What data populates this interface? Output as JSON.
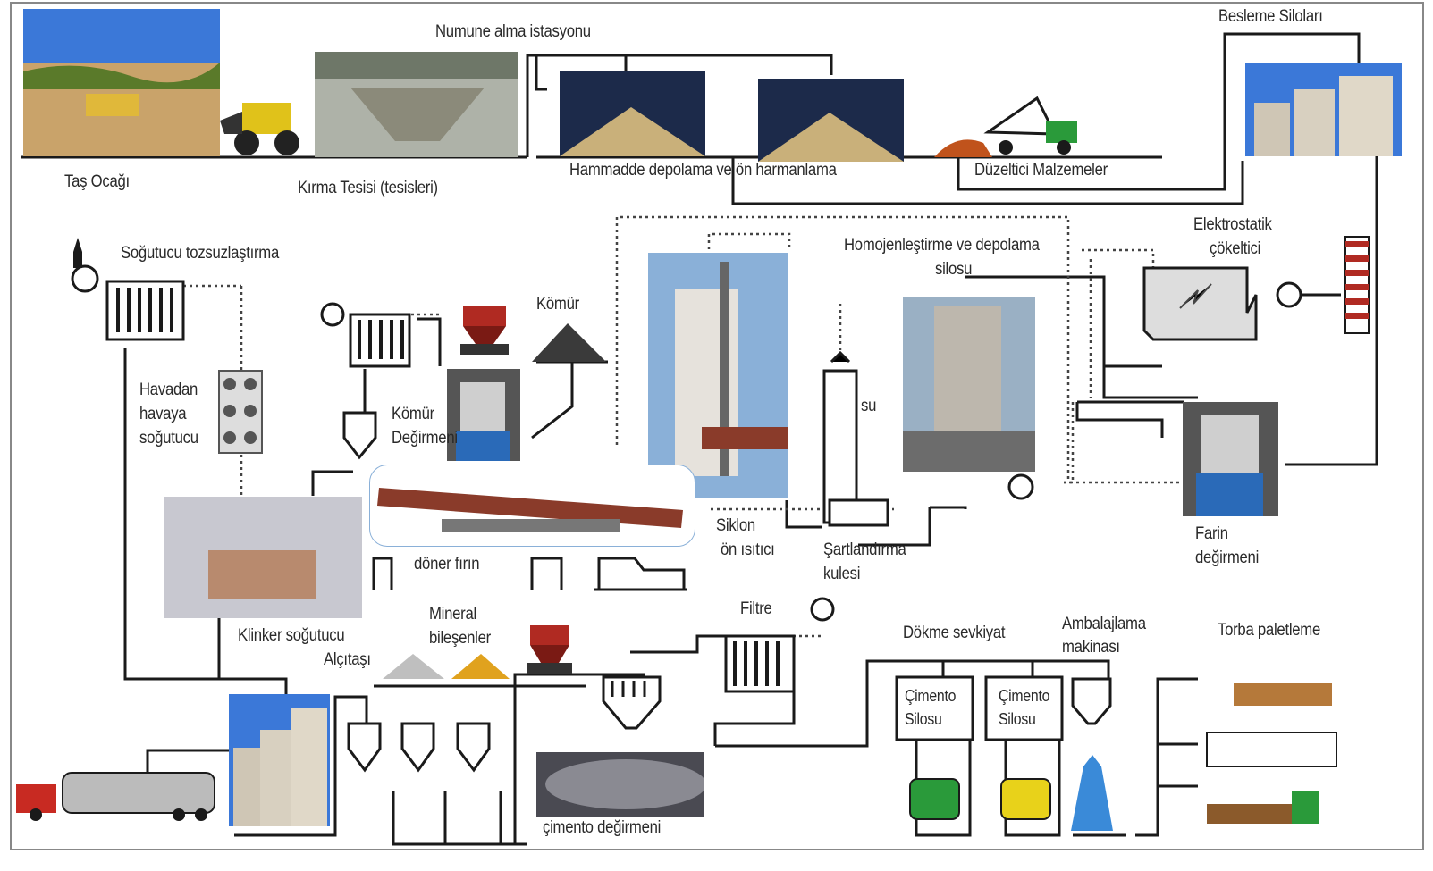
{
  "labels": {
    "quarry": "Taş Ocağı",
    "crusher": "Kırma Tesisi (tesisleri)",
    "sampling": "Numune alma istasyonu",
    "raw_storage": "Hammadde depolama ve ön harmanlama",
    "corrective": "Düzeltici Malzemeler",
    "feed_silos": "Besleme Siloları",
    "cooler_dedust": "Soğutucu tozsuzlaştırma",
    "coal": "Kömür",
    "coal_mill_1": "Kömür",
    "coal_mill_2": "Değirmeni",
    "air_cooler_1": "Havadan",
    "air_cooler_2": "havaya",
    "air_cooler_3": "soğutucu",
    "homog_1": "Homojenleştirme ve depolama",
    "homog_2": "silosu",
    "esp_1": "Elektrostatik",
    "esp_2": "çökeltici",
    "water": "su",
    "cyclone_1": "Siklon",
    "cyclone_2": "ön ısıtıcı",
    "conditioning_1": "Şartlandırma",
    "conditioning_2": "kulesi",
    "kiln": "döner fırın",
    "raw_mill_1": "Farin",
    "raw_mill_2": "değirmeni",
    "clinker_cooler": "Klinker soğutucu",
    "gypsum": "Alçıtaşı",
    "mineral_1": "Mineral",
    "mineral_2": "bileşenler",
    "filter": "Filtre",
    "bulk": "Dökme sevkiyat",
    "packing_1": "Ambalajlama",
    "packing_2": "makinası",
    "palletizing": "Torba paletleme",
    "cement_silo_1a": "Çimento",
    "cement_silo_1b": "Silosu",
    "cement_silo_2a": "Çimento",
    "cement_silo_2b": "Silosu",
    "cement_mill": "çimento değirmeni"
  },
  "colors": {
    "line": "#1a1a1a",
    "dotted": "#444444",
    "sky": "#3b78d8",
    "kiln_shell": "#8a3b2a",
    "hopper_red": "#b02a22",
    "truck_green": "#2a9a3a",
    "truck_yellow": "#e8d21a",
    "packer_blue": "#3a8ad8"
  }
}
